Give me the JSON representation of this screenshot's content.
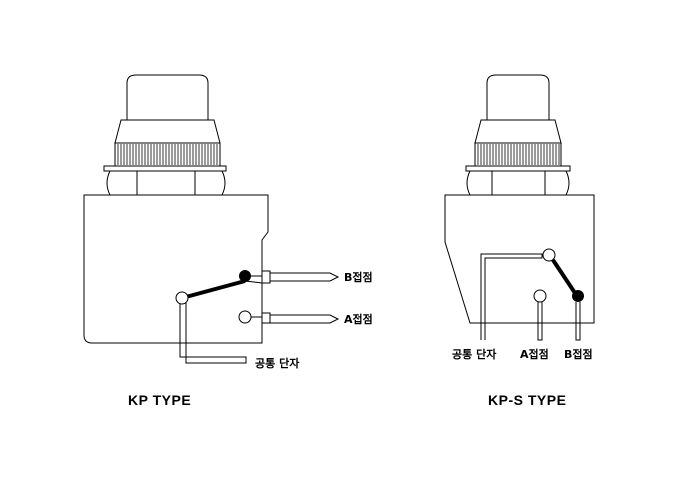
{
  "left": {
    "title": "KP TYPE",
    "labels": {
      "b_contact": "B접점",
      "a_contact": "A접점",
      "common": "공통 단자"
    }
  },
  "right": {
    "title": "KP-S TYPE",
    "labels": {
      "common": "공통 단자",
      "a_contact": "A접점",
      "b_contact": "B접점"
    }
  },
  "colors": {
    "line": "#000000",
    "background": "#ffffff"
  }
}
